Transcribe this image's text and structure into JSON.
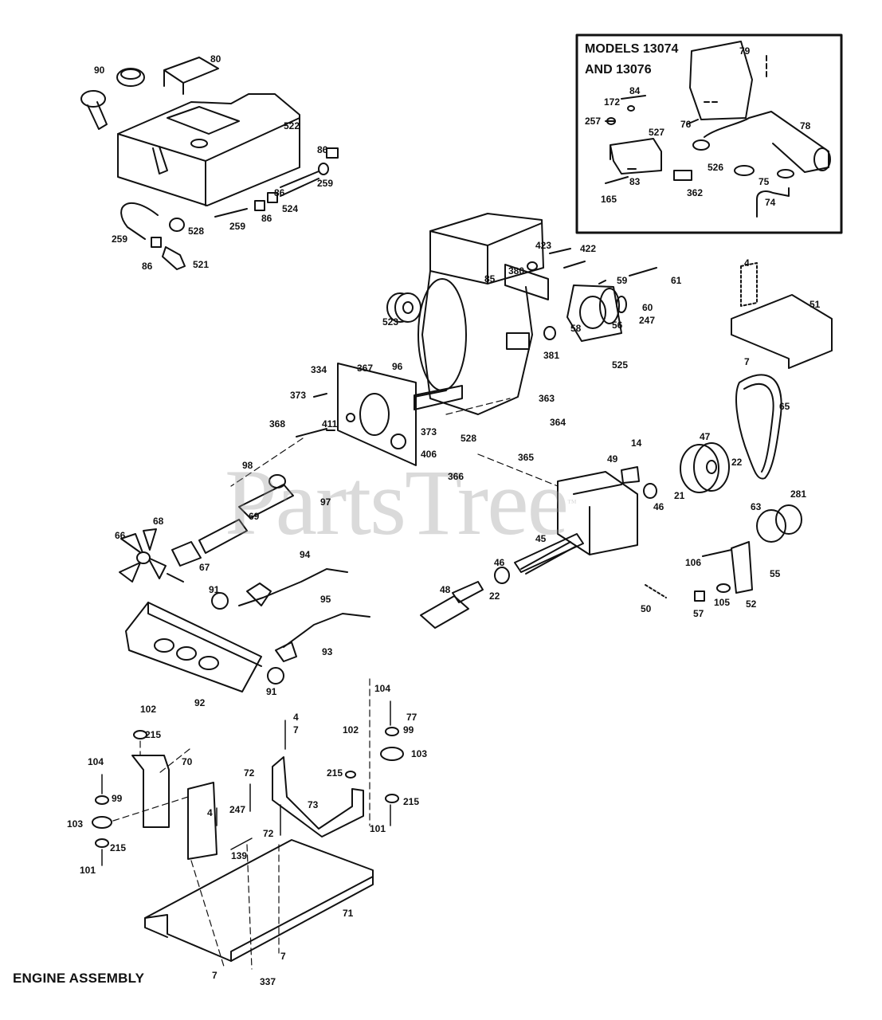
{
  "watermark": "PartsTree",
  "watermark_tm": "™",
  "caption": "ENGINE ASSEMBLY",
  "inset": {
    "title_line1": "MODELS 13074",
    "title_line2": "AND 13076"
  },
  "part_labels": {
    "p90": "90",
    "p80": "80",
    "p522": "522",
    "p86a": "86",
    "p259a": "259",
    "p86b": "86",
    "p524": "524",
    "p86c": "86",
    "p259b": "259",
    "p528a": "528",
    "p259c": "259",
    "p86d": "86",
    "p521": "521",
    "p79": "79",
    "p84": "84",
    "p172": "172",
    "p257": "257",
    "p527": "527",
    "p76": "76",
    "p78": "78",
    "p526": "526",
    "p75": "75",
    "p165": "165",
    "p83": "83",
    "p362": "362",
    "p74": "74",
    "p423": "423",
    "p422": "422",
    "p380": "380",
    "p85": "85",
    "p59": "59",
    "p61": "61",
    "p60": "60",
    "p247a": "247",
    "p4a": "4",
    "p523": "523",
    "p56": "56",
    "p58": "58",
    "p381": "381",
    "p525": "525",
    "p51": "51",
    "p7a": "7",
    "p334": "334",
    "p367": "367",
    "p96": "96",
    "p373a": "373",
    "p363": "363",
    "p364": "364",
    "p368": "368",
    "p411": "411",
    "p373b": "373",
    "p406": "406",
    "p528b": "528",
    "p365": "365",
    "p366": "366",
    "p65": "65",
    "p47": "47",
    "p14": "14",
    "p49": "49",
    "p22a": "22",
    "p46a": "46",
    "p21": "21",
    "p98": "98",
    "p97": "97",
    "p69": "69",
    "p68": "68",
    "p66": "66",
    "p67": "67",
    "p45": "45",
    "p281": "281",
    "p63": "63",
    "p106": "106",
    "p55": "55",
    "p94": "94",
    "p91a": "91",
    "p46b": "46",
    "p22b": "22",
    "p48": "48",
    "p50": "50",
    "p57": "57",
    "p105": "105",
    "p52": "52",
    "p95": "95",
    "p93": "93",
    "p91b": "91",
    "p92": "92",
    "p104a": "104",
    "p77": "77",
    "p99a": "99",
    "p102a": "102",
    "p215a": "215",
    "p4b": "4",
    "p7b": "7",
    "p102b": "102",
    "p103a": "103",
    "p70": "70",
    "p104b": "104",
    "p215b": "215",
    "p72a": "72",
    "p4c": "4",
    "p247b": "247",
    "p73": "73",
    "p215c": "215",
    "p99b": "99",
    "p103b": "103",
    "p215d": "215",
    "p101a": "101",
    "p72b": "72",
    "p139": "139",
    "p101b": "101",
    "p71": "71",
    "p7c": "7",
    "p7d": "7",
    "p337": "337"
  }
}
